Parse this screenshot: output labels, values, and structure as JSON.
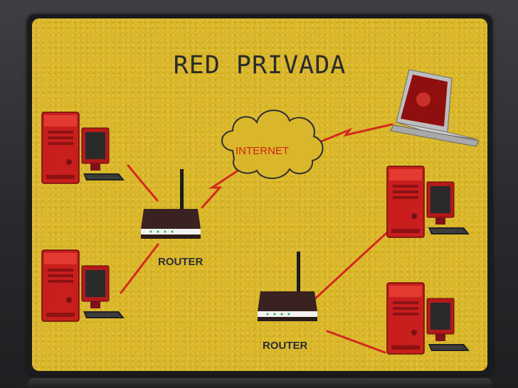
{
  "title": "RED PRIVADA",
  "internet_label": "INTERNET",
  "router_labels": [
    "ROUTER",
    "ROUTER"
  ],
  "colors": {
    "background": "#d9b62a",
    "links": "#d32a1e",
    "computers": "#c81e1e",
    "text": "#2e2e2e"
  },
  "icons": [
    "desktop-computer-icon",
    "laptop-icon",
    "router-icon",
    "cloud-icon"
  ]
}
